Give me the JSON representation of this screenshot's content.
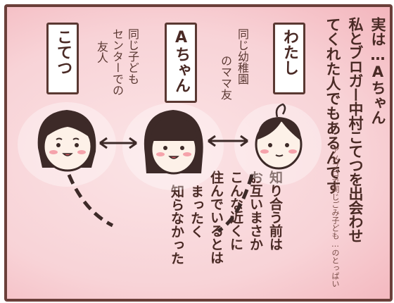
{
  "labels": {
    "kotetsu": "こてつ",
    "a_chan": "Aちゃん",
    "watashi": "わたし"
  },
  "captions": {
    "kotetsu": [
      "同じ子ども",
      "センターでの",
      "友人"
    ],
    "watashi": [
      "同じ幼稚園",
      "のママ友"
    ]
  },
  "narration": {
    "line1": "実は…Aちゃん",
    "line2": "私とブロガー中村こてつを出会わせ",
    "line3": "てくれた人でもあるんです"
  },
  "side_note": "アメブロで同じごみ子ども…のとっぱい",
  "middle_text": [
    "知り合う前は",
    "お互いまさか",
    "こんな近くに",
    "住んでいるとは",
    "まったく",
    "知らなかった"
  ],
  "colors": {
    "border": "#6b3f3a",
    "background_pink": "#f7c9cd",
    "hair": "#3d2a28",
    "skin": "#fdf1e8"
  },
  "icons": [
    "double-arrow-icon",
    "dashed-line-icon"
  ]
}
